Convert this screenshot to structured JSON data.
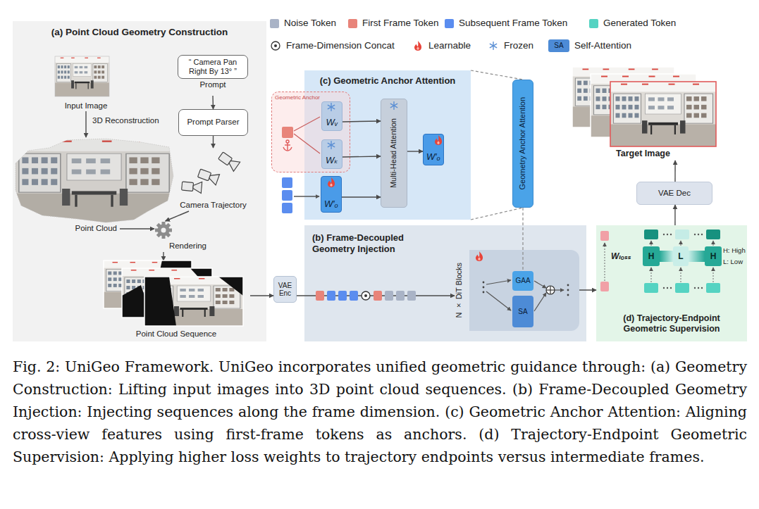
{
  "diagram": {
    "caption": "Fig. 2: UniGeo Framework. UniGeo incorporates unified geometric guidance through: (a) Geometry Construction: Lifting input images into 3D point cloud sequences. (b) Frame-Decoupled Geometry Injection: Injecting sequences along the frame dimension. (c) Geometric Anchor Attention: Aligning cross-view features using first-frame tokens as anchors. (d) Trajectory-Endpoint Geometric Supervision: Applying higher loss weights to trajectory endpoints versus intermediate frames.",
    "nodes": [
      {
        "text": [
          "(a) Point Cloud Geometry Construction"
        ]
      },
      {
        "text": [
          "Input Image"
        ],
        "in": 0
      },
      {
        "text": [
          "“ Camera Pan Right By 13° ”",
          "Prompt"
        ],
        "in": 0
      },
      {
        "text": [
          "Prompt Parser"
        ],
        "in": 0
      },
      {
        "text": [
          "Camera Trajectory"
        ],
        "in": 0
      },
      {
        "text": [
          "Point Cloud"
        ],
        "in": 0
      },
      {
        "text": [
          "Rendering"
        ],
        "in": 0
      },
      {
        "text": [
          "Point Cloud Sequence"
        ],
        "in": 0
      },
      {
        "text": [
          "VAE Enc"
        ]
      },
      {
        "text": [
          "(c) Geometric Anchor Attention"
        ]
      },
      {
        "text": [
          "Geometric Anchor"
        ],
        "in": 9
      },
      {
        "text": [
          "Wᵥ"
        ],
        "in": 10
      },
      {
        "text": [
          "Wₖ"
        ],
        "in": 10
      },
      {
        "text": [
          "W′ₒ"
        ],
        "in": 9
      },
      {
        "text": [
          "Multi-Head Attention"
        ],
        "in": 9
      },
      {
        "text": [
          "W′ₒ"
        ],
        "in": 9
      },
      {
        "text": [
          "Geometry Anchor Attention"
        ]
      },
      {
        "text": [
          "(b) Frame-Decoupled Geometry Injection"
        ]
      },
      {
        "text": [
          "N × DiT Blocks"
        ],
        "in": 17
      },
      {
        "text": [
          "GAA"
        ],
        "in": 18
      },
      {
        "text": [
          "SA"
        ],
        "in": 18
      },
      {
        "text": [
          "(d) Trajectory-Endpoint Geometric Supervision"
        ]
      },
      {
        "text": [
          "H"
        ],
        "in": 21
      },
      {
        "text": [
          "L"
        ],
        "in": 21
      },
      {
        "text": [
          "H"
        ],
        "in": 21
      },
      {
        "text": [
          "VAE Dec"
        ]
      },
      {
        "text": [
          "Target Image"
        ]
      }
    ],
    "edges": [
      {
        "from": 1,
        "to": 5,
        "arrow": "to",
        "label": "3D Reconstruction"
      },
      {
        "from": 2,
        "to": 3,
        "arrow": "to"
      },
      {
        "from": 3,
        "to": 4,
        "arrow": "to"
      },
      {
        "from": 5,
        "to": 6,
        "arrow": "to"
      },
      {
        "from": 4,
        "to": 6,
        "arrow": "to"
      },
      {
        "from": 6,
        "to": 7,
        "arrow": "to"
      },
      {
        "from": 7,
        "to": 8,
        "arrow": "to"
      },
      {
        "from": 8,
        "to": 18,
        "arrow": "to"
      },
      {
        "from": 11,
        "to": 14,
        "arrow": "to"
      },
      {
        "from": 12,
        "to": 14,
        "arrow": "to"
      },
      {
        "from": 13,
        "to": 14,
        "arrow": "to"
      },
      {
        "from": 14,
        "to": 15,
        "arrow": "to"
      },
      {
        "from": 16,
        "to": 19,
        "arrow": "none"
      },
      {
        "from": 18,
        "to": 21,
        "arrow": "to"
      },
      {
        "from": 21,
        "to": 25,
        "arrow": "to"
      },
      {
        "from": 25,
        "to": 26,
        "arrow": "to"
      },
      {
        "from": 9,
        "to": 16,
        "arrow": "none"
      },
      {
        "from": 9,
        "to": 16,
        "arrow": "none"
      }
    ],
    "labels": [
      "SA",
      "Wₗₒₛₛ",
      "H: High",
      "L: Low"
    ],
    "legend": [
      {
        "text": "Noise Token",
        "color": "#a9b3c6"
      },
      {
        "text": "First Frame Token",
        "color": "#e8847a"
      },
      {
        "text": "Subsequent Frame Token",
        "color": "#5b8def"
      },
      {
        "text": "Generated Token",
        "color": "#55d3c2"
      },
      {
        "text": "Frame-Dimension Concat"
      },
      {
        "text": "Learnable"
      },
      {
        "text": "Frozen"
      },
      {
        "text": "Self-Attention"
      }
    ]
  }
}
